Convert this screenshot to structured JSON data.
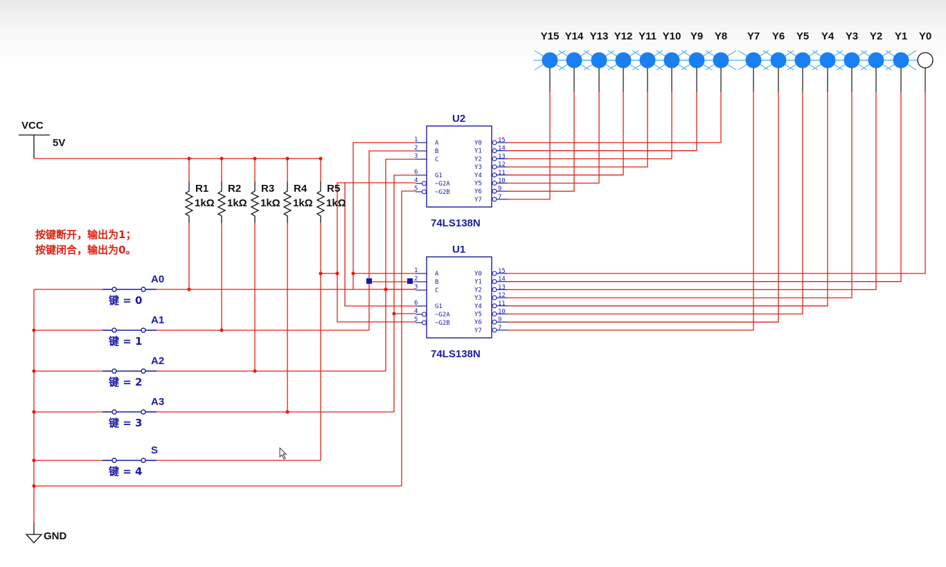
{
  "power": {
    "vcc_label": "VCC",
    "vcc_value": "5V",
    "gnd_label": "GND"
  },
  "resistors": [
    {
      "name": "R1",
      "value": "1kΩ"
    },
    {
      "name": "R2",
      "value": "1kΩ"
    },
    {
      "name": "R3",
      "value": "1kΩ"
    },
    {
      "name": "R4",
      "value": "1kΩ"
    },
    {
      "name": "R5",
      "value": "1kΩ"
    }
  ],
  "note": {
    "line1": "按键断开，输出为1；",
    "line2": "按键闭合，输出为0。"
  },
  "switches": [
    {
      "label": "A0",
      "key": "键 = 0"
    },
    {
      "label": "A1",
      "key": "键 = 1"
    },
    {
      "label": "A2",
      "key": "键 = 2"
    },
    {
      "label": "A3",
      "key": "键 = 3"
    },
    {
      "label": "S",
      "key": "键 = 4"
    }
  ],
  "chips": [
    {
      "ref": "U2",
      "part": "74LS138N"
    },
    {
      "ref": "U1",
      "part": "74LS138N"
    }
  ],
  "chip_pins": {
    "left_names": [
      "A",
      "B",
      "C",
      "G1",
      "~G2A",
      "~G2B"
    ],
    "left_numbers": [
      "1",
      "2",
      "3",
      "6",
      "4",
      "5"
    ],
    "right_names": [
      "Y0",
      "Y1",
      "Y2",
      "Y3",
      "Y4",
      "Y5",
      "Y6",
      "Y7"
    ],
    "right_numbers": [
      "15",
      "14",
      "13",
      "12",
      "11",
      "10",
      "9",
      "7"
    ]
  },
  "leds": [
    {
      "label": "Y15",
      "lit": true
    },
    {
      "label": "Y14",
      "lit": true
    },
    {
      "label": "Y13",
      "lit": true
    },
    {
      "label": "Y12",
      "lit": true
    },
    {
      "label": "Y11",
      "lit": true
    },
    {
      "label": "Y10",
      "lit": true
    },
    {
      "label": "Y9",
      "lit": true
    },
    {
      "label": "Y8",
      "lit": true
    },
    {
      "label": "Y7",
      "lit": true
    },
    {
      "label": "Y6",
      "lit": true
    },
    {
      "label": "Y5",
      "lit": true
    },
    {
      "label": "Y4",
      "lit": true
    },
    {
      "label": "Y3",
      "lit": true
    },
    {
      "label": "Y2",
      "lit": true
    },
    {
      "label": "Y1",
      "lit": true
    },
    {
      "label": "Y0",
      "lit": false
    }
  ],
  "colors": {
    "wire": "#e02010",
    "component": "#1a1aa8",
    "led_on": "#1a7ff0",
    "led_glow": "#4fb0ff"
  }
}
